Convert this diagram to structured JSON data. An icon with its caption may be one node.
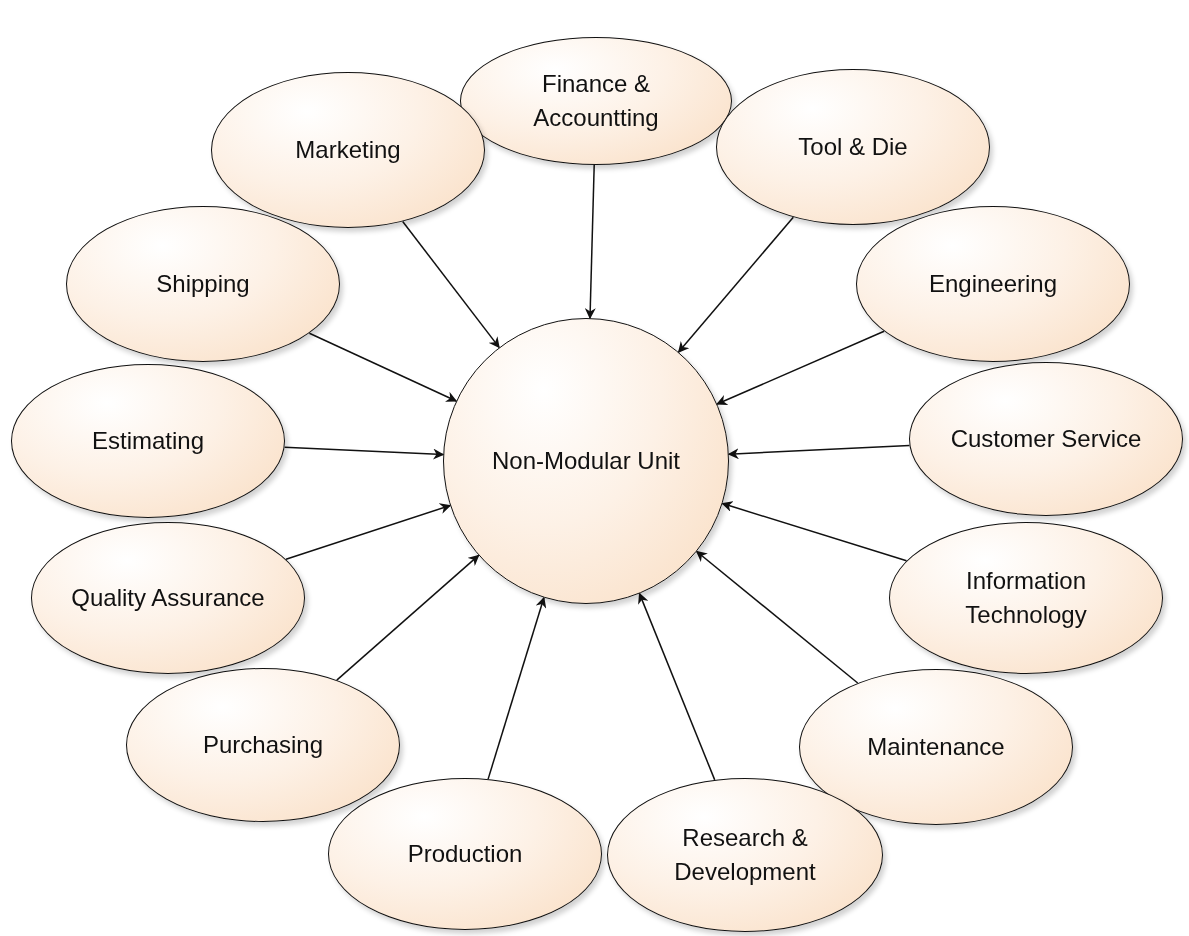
{
  "diagram": {
    "nodes": [
      {
        "text": [
          "Non-Modular Unit"
        ]
      },
      {
        "text": [
          "Finance & Accountting"
        ]
      },
      {
        "text": [
          "Marketing"
        ]
      },
      {
        "text": [
          "Tool & Die"
        ]
      },
      {
        "text": [
          "Shipping"
        ]
      },
      {
        "text": [
          "Engineering"
        ]
      },
      {
        "text": [
          "Estimating"
        ]
      },
      {
        "text": [
          "Customer Service"
        ]
      },
      {
        "text": [
          "Quality Assurance"
        ]
      },
      {
        "text": [
          "Information Technology"
        ]
      },
      {
        "text": [
          "Purchasing"
        ]
      },
      {
        "text": [
          "Maintenance"
        ]
      },
      {
        "text": [
          "Production"
        ]
      },
      {
        "text": [
          "Research & Development"
        ]
      }
    ],
    "edges": [
      {
        "from": 1,
        "to": 0,
        "arrow": "to"
      },
      {
        "from": 2,
        "to": 0,
        "arrow": "to"
      },
      {
        "from": 3,
        "to": 0,
        "arrow": "to"
      },
      {
        "from": 4,
        "to": 0,
        "arrow": "to"
      },
      {
        "from": 5,
        "to": 0,
        "arrow": "to"
      },
      {
        "from": 6,
        "to": 0,
        "arrow": "to"
      },
      {
        "from": 7,
        "to": 0,
        "arrow": "to"
      },
      {
        "from": 8,
        "to": 0,
        "arrow": "to"
      },
      {
        "from": 9,
        "to": 0,
        "arrow": "to"
      },
      {
        "from": 10,
        "to": 0,
        "arrow": "to"
      },
      {
        "from": 11,
        "to": 0,
        "arrow": "to"
      },
      {
        "from": 12,
        "to": 0,
        "arrow": "to"
      },
      {
        "from": 13,
        "to": 0,
        "arrow": "to"
      }
    ]
  }
}
